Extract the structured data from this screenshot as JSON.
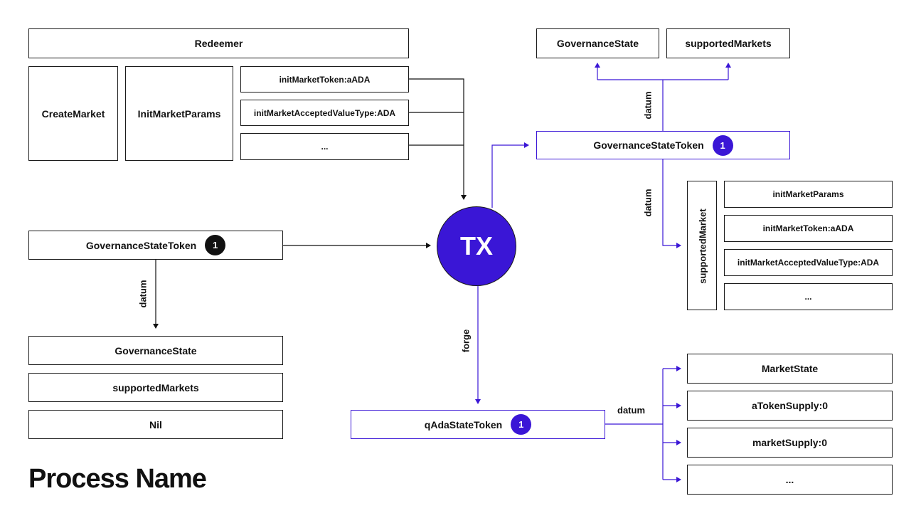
{
  "redeemer": {
    "header": "Redeemer",
    "action": "CreateMarket",
    "params_group": "InitMarketParams",
    "params": [
      "initMarketToken:aADA",
      "initMarketAcceptedValueType:ADA",
      "..."
    ]
  },
  "input_utxo": {
    "token": "GovernanceStateToken",
    "badge": "1",
    "datum_label": "datum",
    "datum_fields": [
      "GovernanceState",
      "supportedMarkets",
      "Nil"
    ]
  },
  "tx": {
    "label": "TX",
    "forge_label": "forge"
  },
  "output_governance": {
    "token": "GovernanceStateToken",
    "badge": "1",
    "datum_label_top": "datum",
    "datum_fields": [
      "GovernanceState",
      "supportedMarkets"
    ],
    "datum_label_bottom": "datum",
    "supported_market_label": "supportedMarket",
    "supported_market_fields": [
      "initMarketParams",
      "initMarketToken:aADA",
      "initMarketAcceptedValueType:ADA",
      "..."
    ]
  },
  "forged": {
    "token": "qAdaStateToken",
    "badge": "1",
    "datum_label": "datum",
    "datum_fields": [
      "MarketState",
      "aTokenSupply:0",
      "marketSupply:0",
      "..."
    ]
  },
  "page_title": "Process Name",
  "colors": {
    "accent": "#3a16d6",
    "dark": "#111111"
  }
}
